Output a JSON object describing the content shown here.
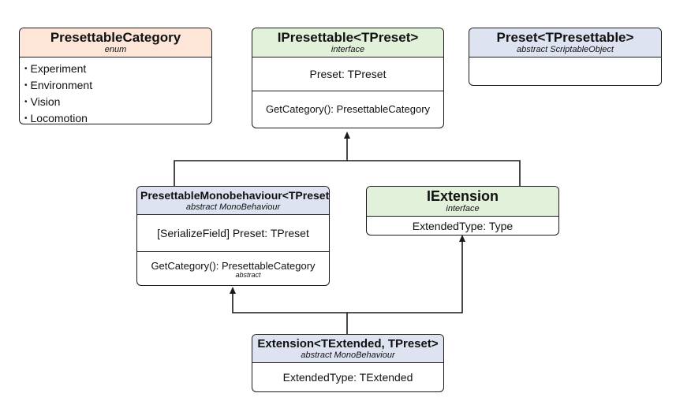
{
  "colors": {
    "enum": "#fde5d7",
    "interface": "#e2f1d9",
    "abstract": "#dde3f1",
    "stroke": "#1a1a1a"
  },
  "diagram": {
    "presettable_category": {
      "title": "PresettableCategory",
      "stereotype": "enum",
      "items": [
        "Experiment",
        "Environment",
        "Vision",
        "Locomotion"
      ]
    },
    "ipresettable": {
      "title": "IPresettable<TPreset>",
      "stereotype": "interface",
      "field": "Preset: TPreset",
      "method": "GetCategory(): PresettableCategory"
    },
    "preset": {
      "title": "Preset<TPresettable>",
      "stereotype": "abstract ScriptableObject"
    },
    "presettable_monobehaviour": {
      "title": "PresettableMonobehaviour<TPreset>",
      "stereotype": "abstract MonoBehaviour",
      "field": "[SerializeField] Preset: TPreset",
      "method": "GetCategory(): PresettableCategory",
      "method_note": "abstract"
    },
    "iextension": {
      "title": "IExtension",
      "stereotype": "interface",
      "field": "ExtendedType: Type"
    },
    "extension": {
      "title": "Extension<TExtended, TPreset>",
      "stereotype": "abstract MonoBehaviour",
      "field": "ExtendedType: TExtended"
    }
  }
}
